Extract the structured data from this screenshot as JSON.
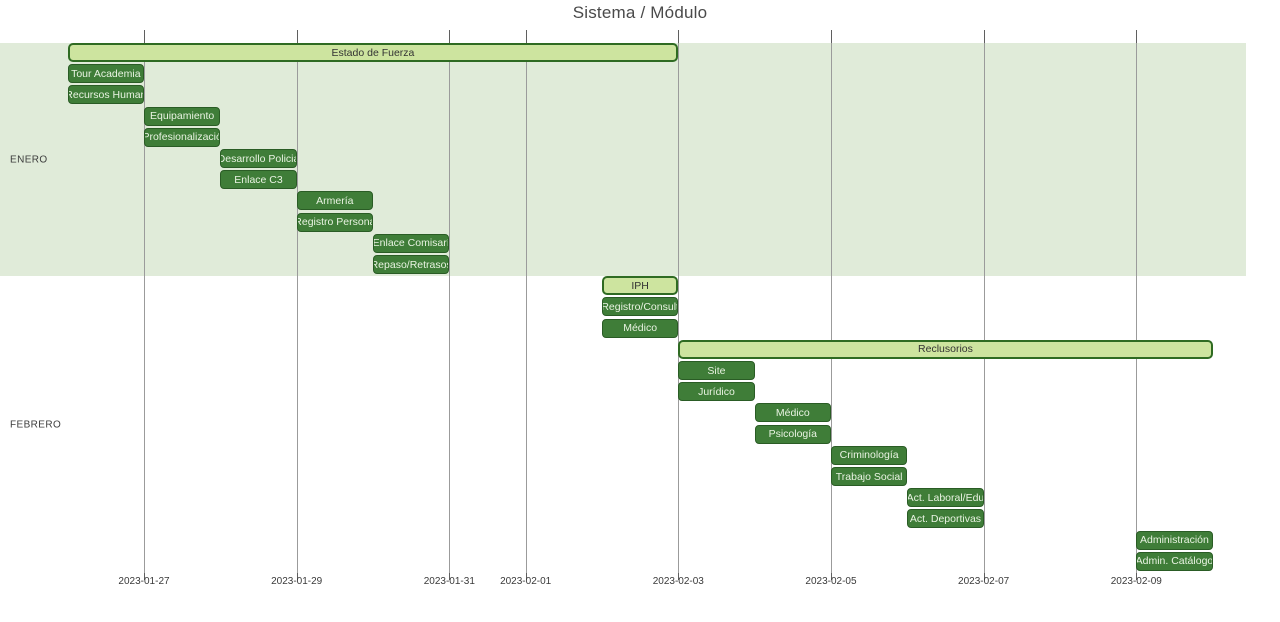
{
  "chart_data": {
    "type": "bar",
    "subtype": "gantt-timeline",
    "title": "Sistema / Módulo",
    "legend": "none",
    "grid": "vertical-on",
    "x_axis": {
      "tick_labels": [
        "2023-01-27",
        "2023-01-29",
        "2023-01-31",
        "2023-02-01",
        "2023-02-03",
        "2023-02-05",
        "2023-02-07",
        "2023-02-09"
      ],
      "range_start": "2023-01-25",
      "range_end": "2023-02-10"
    },
    "y_groups": [
      {
        "label": "ENERO",
        "row_start": 0,
        "row_end": 10,
        "fill": "#e0ebd9"
      },
      {
        "label": "FEBRERO",
        "row_start": 11,
        "row_end": 24,
        "fill": "#ffffff"
      }
    ],
    "tasks": [
      {
        "label": "Estado de Fuerza",
        "start": "2023-01-26",
        "end": "2023-02-03",
        "kind": "summary",
        "group": "ENERO"
      },
      {
        "label": "Tour Academia",
        "start": "2023-01-26",
        "end": "2023-01-27",
        "kind": "task",
        "group": "ENERO"
      },
      {
        "label": "Recursos Human",
        "start": "2023-01-26",
        "end": "2023-01-27",
        "kind": "task",
        "group": "ENERO"
      },
      {
        "label": "Equipamiento",
        "start": "2023-01-27",
        "end": "2023-01-28",
        "kind": "task",
        "group": "ENERO"
      },
      {
        "label": "Profesionalizació",
        "start": "2023-01-27",
        "end": "2023-01-28",
        "kind": "task",
        "group": "ENERO"
      },
      {
        "label": "Desarrollo Policia",
        "start": "2023-01-28",
        "end": "2023-01-29",
        "kind": "task",
        "group": "ENERO"
      },
      {
        "label": "Enlace C3",
        "start": "2023-01-28",
        "end": "2023-01-29",
        "kind": "task",
        "group": "ENERO"
      },
      {
        "label": "Armería",
        "start": "2023-01-29",
        "end": "2023-01-30",
        "kind": "task",
        "group": "ENERO"
      },
      {
        "label": "Registro Persona",
        "start": "2023-01-29",
        "end": "2023-01-30",
        "kind": "task",
        "group": "ENERO"
      },
      {
        "label": "Enlace Comisarí",
        "start": "2023-01-30",
        "end": "2023-01-31",
        "kind": "task",
        "group": "ENERO"
      },
      {
        "label": "Repaso/Retrasos",
        "start": "2023-01-30",
        "end": "2023-01-31",
        "kind": "task",
        "group": "ENERO"
      },
      {
        "label": "IPH",
        "start": "2023-02-02",
        "end": "2023-02-03",
        "kind": "summary",
        "group": "FEBRERO"
      },
      {
        "label": "Registro/Consult",
        "start": "2023-02-02",
        "end": "2023-02-03",
        "kind": "task",
        "group": "FEBRERO"
      },
      {
        "label": "Médico",
        "start": "2023-02-02",
        "end": "2023-02-03",
        "kind": "task",
        "group": "FEBRERO"
      },
      {
        "label": "Reclusorios",
        "start": "2023-02-03",
        "end": "2023-02-10",
        "kind": "summary",
        "group": "FEBRERO"
      },
      {
        "label": "Site",
        "start": "2023-02-03",
        "end": "2023-02-04",
        "kind": "task",
        "group": "FEBRERO"
      },
      {
        "label": "Jurídico",
        "start": "2023-02-03",
        "end": "2023-02-04",
        "kind": "task",
        "group": "FEBRERO"
      },
      {
        "label": "Médico",
        "start": "2023-02-04",
        "end": "2023-02-05",
        "kind": "task",
        "group": "FEBRERO"
      },
      {
        "label": "Psicología",
        "start": "2023-02-04",
        "end": "2023-02-05",
        "kind": "task",
        "group": "FEBRERO"
      },
      {
        "label": "Criminología",
        "start": "2023-02-05",
        "end": "2023-02-06",
        "kind": "task",
        "group": "FEBRERO"
      },
      {
        "label": "Trabajo Social",
        "start": "2023-02-05",
        "end": "2023-02-06",
        "kind": "task",
        "group": "FEBRERO"
      },
      {
        "label": "Act. Laboral/Edu",
        "start": "2023-02-06",
        "end": "2023-02-07",
        "kind": "task",
        "group": "FEBRERO"
      },
      {
        "label": "Act. Deportivas",
        "start": "2023-02-06",
        "end": "2023-02-07",
        "kind": "task",
        "group": "FEBRERO"
      },
      {
        "label": "Administración",
        "start": "2023-02-09",
        "end": "2023-02-10",
        "kind": "task",
        "group": "FEBRERO"
      },
      {
        "label": "Admin. Catálogo",
        "start": "2023-02-09",
        "end": "2023-02-10",
        "kind": "task",
        "group": "FEBRERO"
      }
    ],
    "colors": {
      "month_band_enero": "#e0ebd9",
      "month_band_febrero": "#ffffff",
      "summary_fill": "#cde49f",
      "summary_border": "#2f6b22",
      "summary_text": "#333333",
      "task_fill": "#3f7d38",
      "task_border": "#2a5c25",
      "task_text": "#e9f3e2",
      "gridline": "#9b9b9b",
      "axis_text": "#3a3a3a",
      "title_text": "#4a4a4a"
    }
  }
}
